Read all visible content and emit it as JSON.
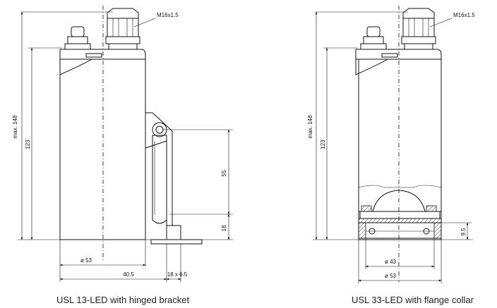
{
  "left_figure": {
    "caption": "USL 13-LED with hinged bracket",
    "labels": {
      "thread": "M16x1.5",
      "max_height": "max. 148",
      "height": "123",
      "bracket_upper": "55",
      "bracket_lower": "18",
      "diameter": "ø 53",
      "offset": "40.5",
      "foot": "18 x 6.5"
    }
  },
  "right_figure": {
    "caption": "USL 33-LED with flange collar",
    "labels": {
      "thread": "M16x1.5",
      "max_height": "max. 148",
      "height": "123",
      "collar_height": "9.5",
      "inner_diameter": "ø 43",
      "diameter": "ø 53"
    }
  }
}
